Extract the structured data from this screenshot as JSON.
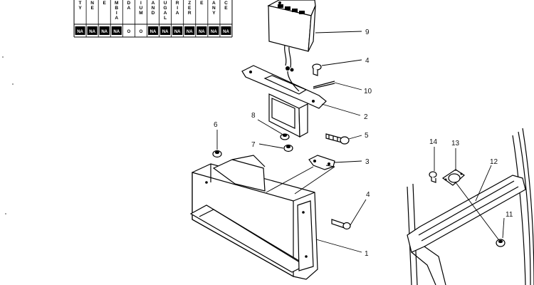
{
  "table": {
    "headers": [
      "T\nY",
      "N\nE",
      "E",
      "M\nB\nI\nA",
      "D\nA",
      "I\nU\nM",
      "A\nN\nD",
      "U\nG\nA\nL",
      "R\nI\nA",
      "Z\nE\nR",
      "E",
      "A\nN\nY",
      "C\nE"
    ],
    "cells": [
      "NA",
      "NA",
      "NA",
      "NA",
      "O",
      "O",
      "NA",
      "NA",
      "NA",
      "NA",
      "NA",
      "NA",
      "NA"
    ]
  },
  "callouts": [
    {
      "id": "c9",
      "text": "9"
    },
    {
      "id": "c4a",
      "text": "4"
    },
    {
      "id": "c10",
      "text": "10"
    },
    {
      "id": "c2",
      "text": "2"
    },
    {
      "id": "c8",
      "text": "8"
    },
    {
      "id": "c6",
      "text": "6"
    },
    {
      "id": "c5",
      "text": "5"
    },
    {
      "id": "c7",
      "text": "7"
    },
    {
      "id": "c3",
      "text": "3"
    },
    {
      "id": "c4b",
      "text": "4"
    },
    {
      "id": "c1",
      "text": "1"
    },
    {
      "id": "c14",
      "text": "14"
    },
    {
      "id": "c13",
      "text": "13"
    },
    {
      "id": "c12",
      "text": "12"
    },
    {
      "id": "c11",
      "text": "11"
    }
  ]
}
